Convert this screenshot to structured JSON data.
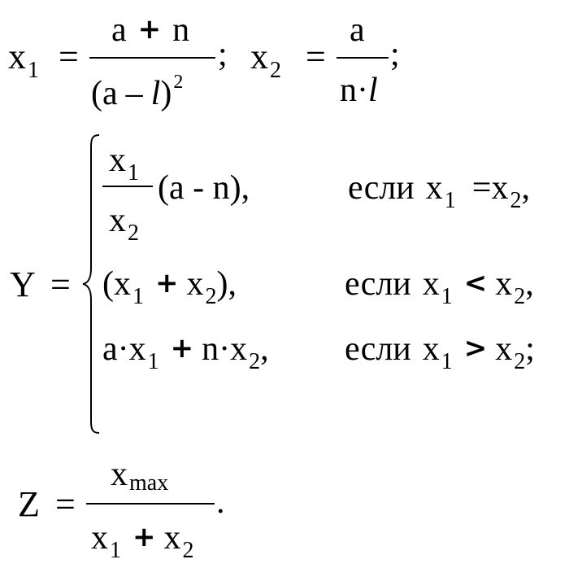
{
  "x_defs": {
    "x1_symbol": "x",
    "x1_index": "1",
    "equals": "=",
    "x1_num_a": "a",
    "x1_num_plus": "+",
    "x1_num_n": "n",
    "x1_den_open": "(a",
    "x1_den_minus": "–",
    "x1_den_l": "l",
    "x1_den_close": ")",
    "x1_den_power": "2",
    "separator": ";",
    "x2_symbol": "x",
    "x2_index": "2",
    "x2_num": "a",
    "x2_den_n": "n·",
    "x2_den_l": "l",
    "end_separator": ";"
  },
  "y_def": {
    "lhs": "Y",
    "equals": "=",
    "case1": {
      "num_symbol": "x",
      "num_index": "1",
      "den_symbol": "x",
      "den_index": "2",
      "factor": "(a -  n),",
      "condition_word": "если",
      "cond_left": "x",
      "cond_left_index": "1",
      "cond_op": "=",
      "cond_right": "x",
      "cond_right_index": "2",
      "cond_end": ","
    },
    "case2": {
      "open": "(x",
      "index1": "1",
      "plus": "+",
      "x2": "x",
      "index2": "2",
      "close": "),",
      "condition_word": "если",
      "cond_left": "x",
      "cond_left_index": "1",
      "cond_op": "<",
      "cond_right": "x",
      "cond_right_index": "2",
      "cond_end": ","
    },
    "case3": {
      "a_dot_x": "a·x",
      "index1": "1",
      "plus": "+",
      "n_dot_x": "n·x",
      "index2": "2",
      "end": ",",
      "condition_word": "если",
      "cond_left": "x",
      "cond_left_index": "1",
      "cond_op": ">",
      "cond_right": "x",
      "cond_right_index": "2",
      "cond_end": ";"
    }
  },
  "z_def": {
    "lhs": "Z",
    "equals": "=",
    "num_symbol": "x",
    "num_index": "max",
    "den_x1": "x",
    "den_index1": "1",
    "den_plus": "+",
    "den_x2": "x",
    "den_index2": "2",
    "end": "."
  }
}
